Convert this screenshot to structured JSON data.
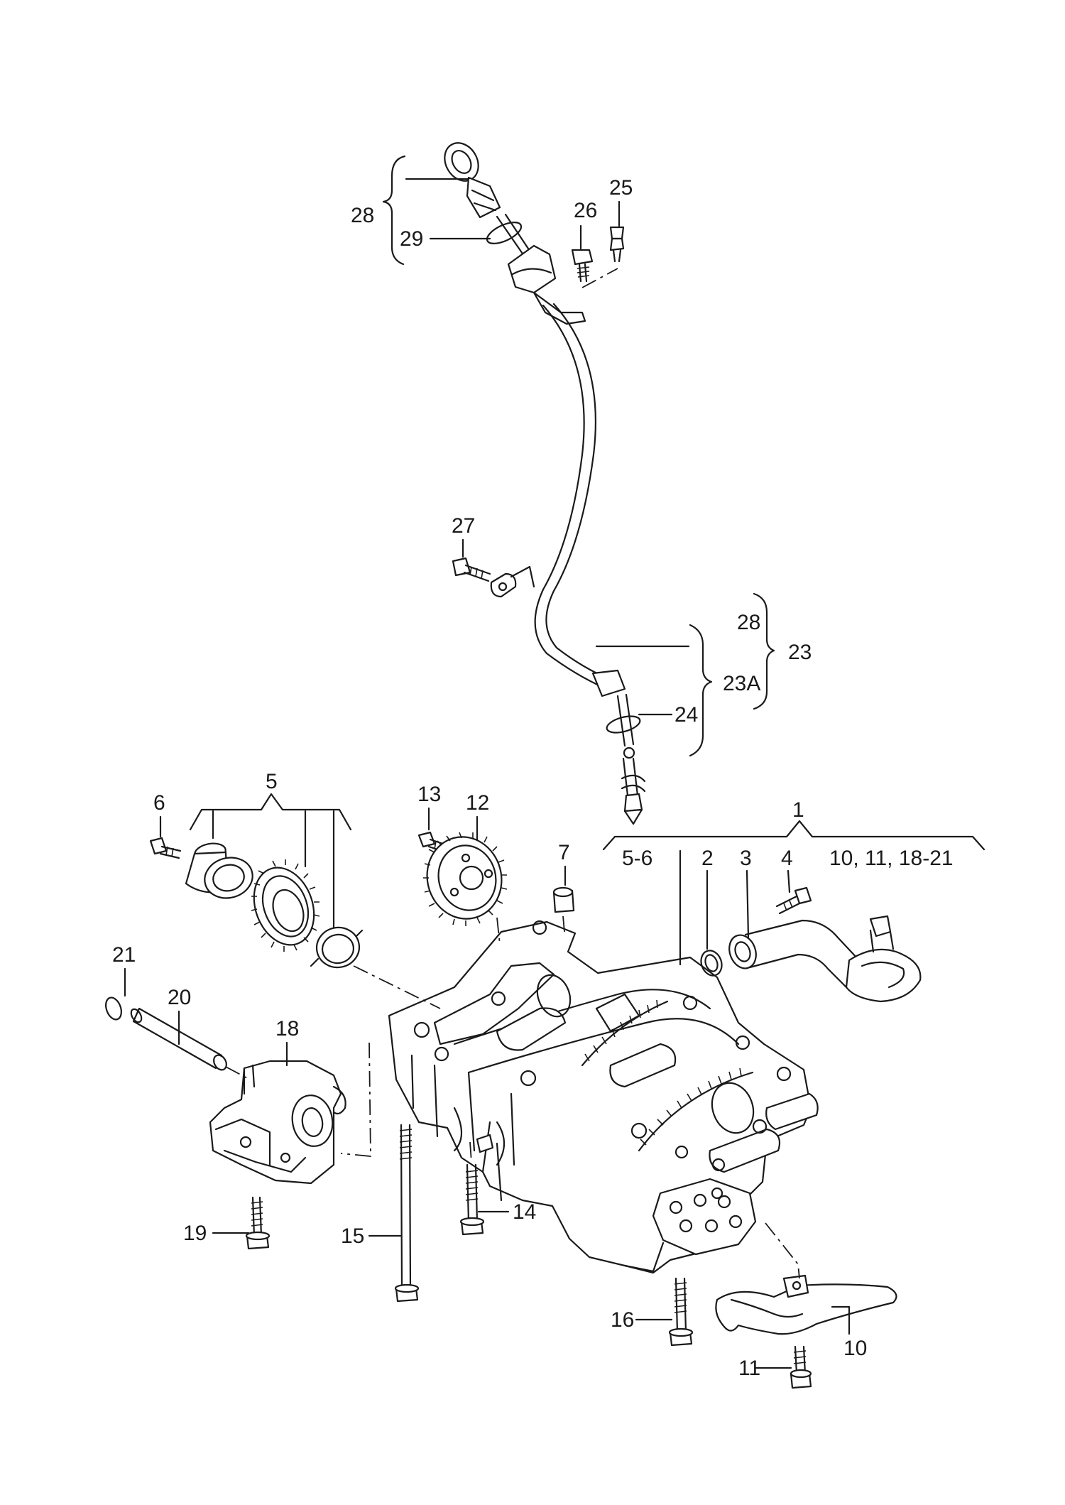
{
  "labels": {
    "l1": "1",
    "l2": "2",
    "l3": "3",
    "l4": "4",
    "l5": "5",
    "l6": "6",
    "l7": "7",
    "l10": "10",
    "l11": "11",
    "l12": "12",
    "l13": "13",
    "l14": "14",
    "l15": "15",
    "l16": "16",
    "l18": "18",
    "l19": "19",
    "l20": "20",
    "l21": "21",
    "l23": "23",
    "l23A": "23A",
    "l24": "24",
    "l25": "25",
    "l26": "26",
    "l27": "27",
    "l28a": "28",
    "l28b": "28",
    "l29": "29",
    "l56": "5-6",
    "l1021": "10, 11, 18-21"
  }
}
